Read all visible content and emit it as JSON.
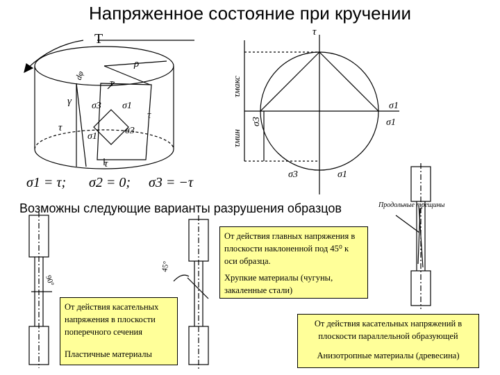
{
  "title": "Напряженное состояние при кручении",
  "subtitle": "Возможны следующие варианты разрушения образцов",
  "cylinder": {
    "torque_label": "T",
    "radius_label": "ρ",
    "dphi_label": "dφ",
    "gamma_label": "γ",
    "tau_label": "τ",
    "sigma1_label": "σ1",
    "sigma3_label": "σ3"
  },
  "mohr": {
    "tau_axis_label": "τ",
    "tau_max_label": "τмакс",
    "tau_min_label": "τмин",
    "sigma_axis_label": "σ1",
    "sigma1_right_label": "σ1",
    "sigma3_left_label": "σ3",
    "sigma3_bottom_label": "σ3",
    "sigma1_bottom_label": "σ1"
  },
  "formulas": {
    "f1": "σ1 = τ;",
    "f2": "σ2 = 0;",
    "f3": "σ3 = −τ"
  },
  "specimens": {
    "angle_90_label": "90°",
    "angle_45_label": "45°",
    "cracks_label": "Продольные трещины"
  },
  "notes": {
    "shear_cross_section": "От действия касательных напряжения в плоскости поперечного сечения",
    "plastic_materials": "Пластичные материалы",
    "principal_45": "От действия главных напряжения в плоскости наклоненной под 45⁰ к оси образца.",
    "brittle_materials": "Хрупкие материалы (чугуны, закаленные стали)",
    "shear_parallel": "От действия касательных напряжений в плоскости параллельной образующей",
    "anisotropic_materials": "Анизотропные материалы (древесина)"
  }
}
